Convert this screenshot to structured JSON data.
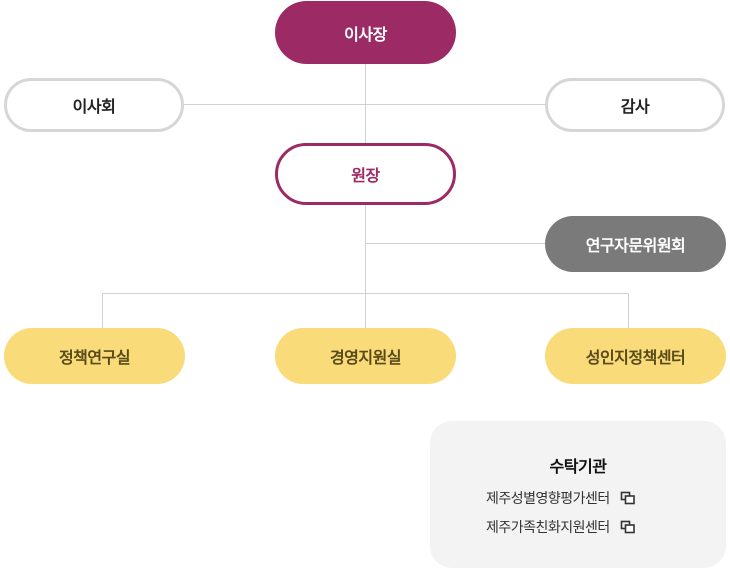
{
  "org_chart": {
    "chairman": "이사장",
    "board": "이사회",
    "auditor": "감사",
    "director": "원장",
    "advisory_committee": "연구자문위원회",
    "departments": [
      "정책연구실",
      "경영지원실",
      "성인지정책센터"
    ]
  },
  "entrusted": {
    "title": "수탁기관",
    "items": [
      {
        "label": "제주성별영향평가센터",
        "icon": "external-link-icon"
      },
      {
        "label": "제주가족친화지원센터",
        "icon": "external-link-icon"
      }
    ]
  },
  "colors": {
    "primary": "#9c2a64",
    "advisory": "#7a7a7a",
    "department": "#fadb7a",
    "connector": "#d0d0d0"
  }
}
